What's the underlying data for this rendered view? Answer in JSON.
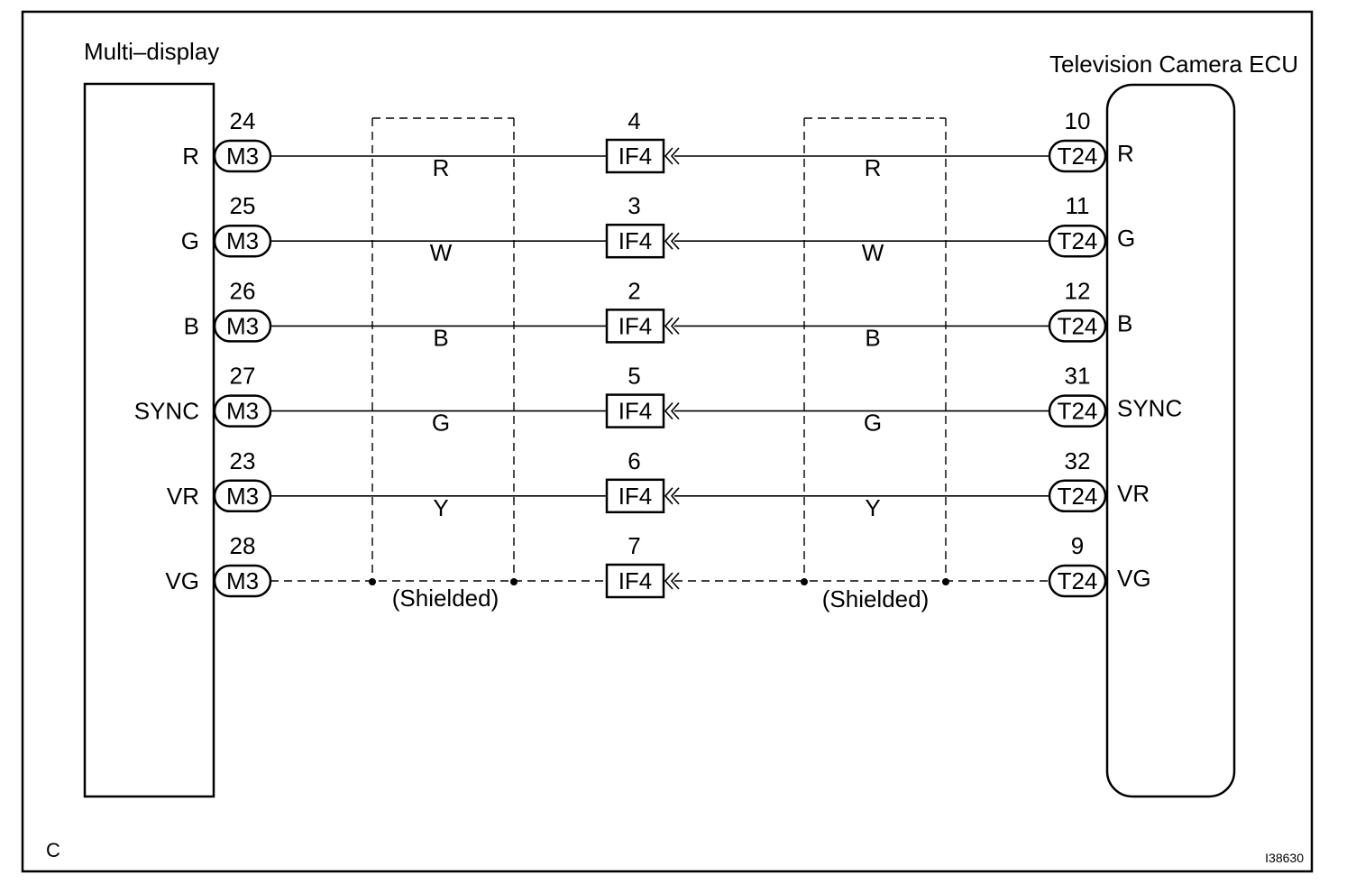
{
  "left_component": {
    "title": "Multi–display",
    "connector": "M3"
  },
  "right_component": {
    "title": "Television Camera ECU",
    "connector": "T24"
  },
  "junction_connector": "IF4",
  "shield_label": "(Shielded)",
  "corner_code": "C",
  "figure_id": "I38630",
  "rows": [
    {
      "signal": "R",
      "left_pin": "24",
      "junction_pin": "4",
      "right_pin": "10",
      "wire_color": "R",
      "shielded": false
    },
    {
      "signal": "G",
      "left_pin": "25",
      "junction_pin": "3",
      "right_pin": "11",
      "wire_color": "W",
      "shielded": false
    },
    {
      "signal": "B",
      "left_pin": "26",
      "junction_pin": "2",
      "right_pin": "12",
      "wire_color": "B",
      "shielded": false
    },
    {
      "signal": "SYNC",
      "left_pin": "27",
      "junction_pin": "5",
      "right_pin": "31",
      "wire_color": "G",
      "shielded": false
    },
    {
      "signal": "VR",
      "left_pin": "23",
      "junction_pin": "6",
      "right_pin": "32",
      "wire_color": "Y",
      "shielded": false
    },
    {
      "signal": "VG",
      "left_pin": "28",
      "junction_pin": "7",
      "right_pin": "9",
      "wire_color": "",
      "shielded": true
    }
  ]
}
